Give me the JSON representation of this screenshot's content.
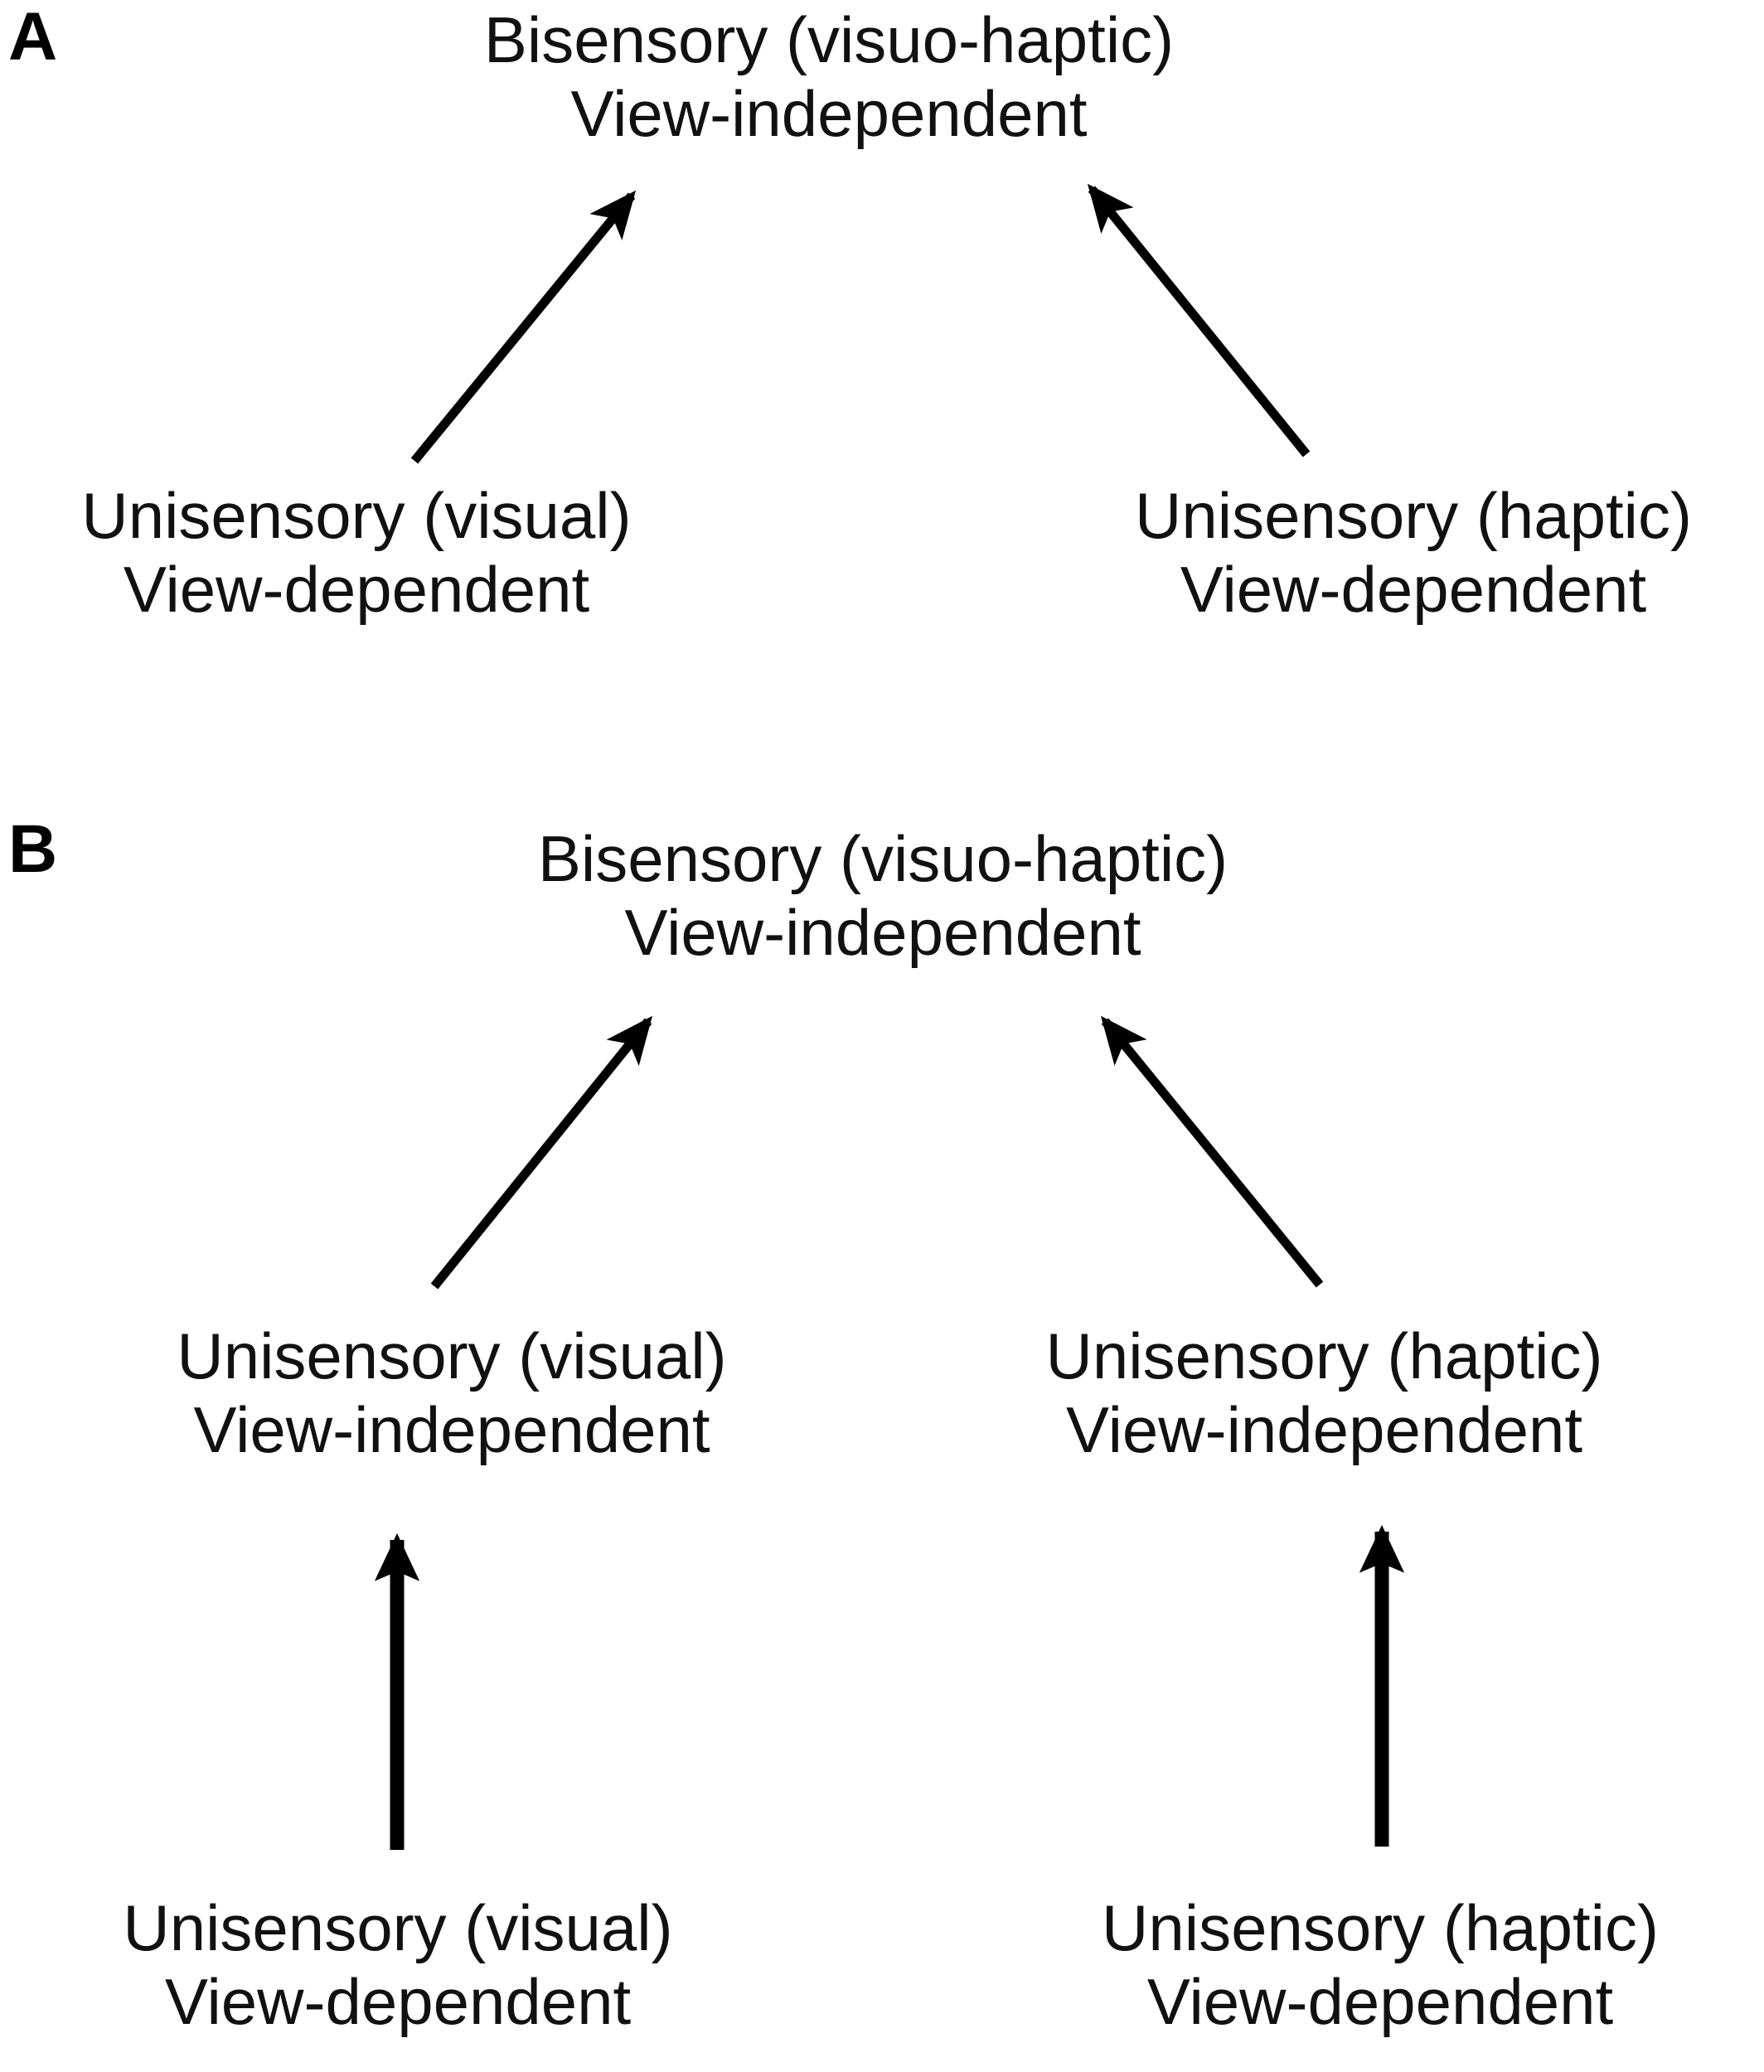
{
  "figure": {
    "background_color": "#ffffff",
    "ink_color": "#000000",
    "panels": [
      {
        "letter": "A",
        "nodes": {
          "top": {
            "line1": "Bisensory (visuo-haptic)",
            "line2": "View-independent"
          },
          "bottom_left": {
            "line1": "Unisensory (visual)",
            "line2": "View-dependent"
          },
          "bottom_right": {
            "line1": "Unisensory (haptic)",
            "line2": "View-dependent"
          }
        },
        "arrows": [
          {
            "name": "visual-to-bisensory",
            "from": "bottom_left",
            "to": "top",
            "style": "diagonal-up-right"
          },
          {
            "name": "haptic-to-bisensory",
            "from": "bottom_right",
            "to": "top",
            "style": "diagonal-up-left"
          }
        ]
      },
      {
        "letter": "B",
        "nodes": {
          "top": {
            "line1": "Bisensory (visuo-haptic)",
            "line2": "View-independent"
          },
          "middle_left": {
            "line1": "Unisensory (visual)",
            "line2": "View-independent"
          },
          "middle_right": {
            "line1": "Unisensory (haptic)",
            "line2": "View-independent"
          },
          "bottom_left": {
            "line1": "Unisensory (visual)",
            "line2": "View-dependent"
          },
          "bottom_right": {
            "line1": "Unisensory (haptic)",
            "line2": "View-dependent"
          }
        },
        "arrows": [
          {
            "name": "visual-vi-to-bisensory",
            "from": "middle_left",
            "to": "top",
            "style": "diagonal-up-right"
          },
          {
            "name": "haptic-vi-to-bisensory",
            "from": "middle_right",
            "to": "top",
            "style": "diagonal-up-left"
          },
          {
            "name": "visual-vd-to-visual-vi",
            "from": "bottom_left",
            "to": "middle_left",
            "style": "vertical-up"
          },
          {
            "name": "haptic-vd-to-haptic-vi",
            "from": "bottom_right",
            "to": "middle_right",
            "style": "vertical-up"
          }
        ]
      }
    ]
  }
}
